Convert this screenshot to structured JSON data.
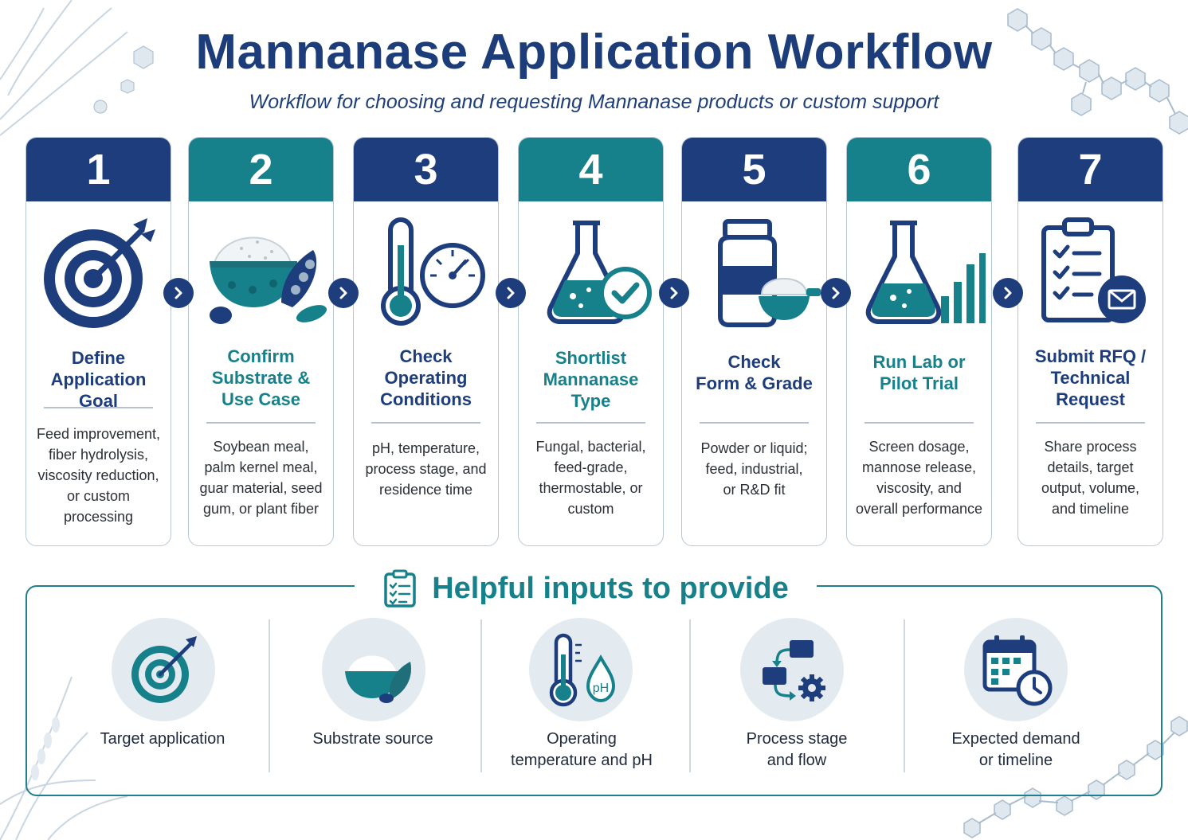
{
  "title": "Mannanase Application Workflow",
  "subtitle": "Workflow for choosing and requesting Mannanase products or custom support",
  "steps": [
    {
      "number": "1",
      "title_lines": [
        "Define",
        "Application Goal"
      ],
      "desc_lines": [
        "Feed improvement,",
        "fiber hydrolysis,",
        "viscosity reduction,",
        "or custom",
        "processing"
      ],
      "icon": "target-icon"
    },
    {
      "number": "2",
      "title_lines": [
        "Confirm",
        "Substrate &",
        "Use Case"
      ],
      "desc_lines": [
        "Soybean meal,",
        "palm kernel meal,",
        "guar material, seed",
        "gum, or plant fiber"
      ],
      "icon": "substrate-bowl-icon"
    },
    {
      "number": "3",
      "title_lines": [
        "Check",
        "Operating",
        "Conditions"
      ],
      "desc_lines": [
        "pH, temperature,",
        "process stage, and",
        "residence time"
      ],
      "icon": "thermometer-gauge-icon"
    },
    {
      "number": "4",
      "title_lines": [
        "Shortlist",
        "Mannanase",
        "Type"
      ],
      "desc_lines": [
        "Fungal, bacterial,",
        "feed-grade,",
        "thermostable, or",
        "custom"
      ],
      "icon": "flask-check-icon"
    },
    {
      "number": "5",
      "title_lines": [
        "Check",
        "Form & Grade"
      ],
      "desc_lines": [
        "Powder or liquid;",
        "feed, industrial,",
        "or R&D fit"
      ],
      "icon": "jar-scoop-icon"
    },
    {
      "number": "6",
      "title_lines": [
        "Run Lab or",
        "Pilot Trial"
      ],
      "desc_lines": [
        "Screen dosage,",
        "mannose release,",
        "viscosity, and",
        "overall performance"
      ],
      "icon": "flask-chart-icon"
    },
    {
      "number": "7",
      "title_lines": [
        "Submit RFQ /",
        "Technical",
        "Request"
      ],
      "desc_lines": [
        "Share process",
        "details, target",
        "output, volume,",
        "and timeline"
      ],
      "icon": "clipboard-mail-icon"
    }
  ],
  "inputs_section": {
    "title": "Helpful inputs to provide",
    "items": [
      {
        "label_lines": [
          "Target application"
        ],
        "icon": "target-icon"
      },
      {
        "label_lines": [
          "Substrate source"
        ],
        "icon": "bowl-leaf-icon"
      },
      {
        "label_lines": [
          "Operating",
          "temperature and pH"
        ],
        "icon": "thermometer-ph-icon"
      },
      {
        "label_lines": [
          "Process stage",
          "and flow"
        ],
        "icon": "process-flow-icon"
      },
      {
        "label_lines": [
          "Expected demand",
          "or timeline"
        ],
        "icon": "calendar-clock-icon"
      }
    ]
  },
  "colors": {
    "navy": "#1e3d7d",
    "teal": "#16818a",
    "border": "#b8c7d6"
  }
}
